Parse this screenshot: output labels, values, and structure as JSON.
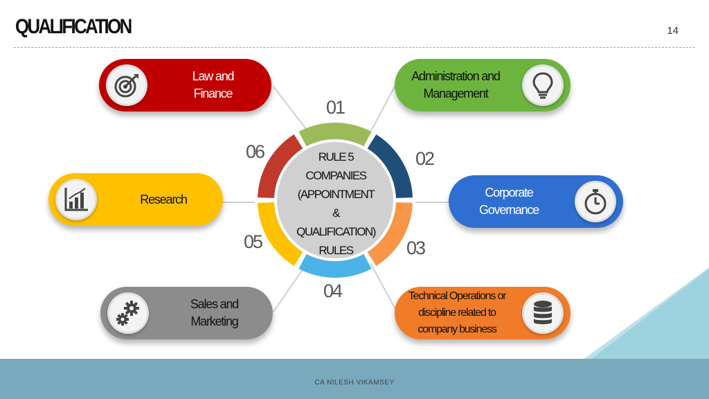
{
  "header": {
    "title": "QUALIFICATION",
    "page_number": "14"
  },
  "footer": {
    "text": "CA NILESH VIKAMSEY"
  },
  "diagram": {
    "center": [
      "RULE 5",
      "COMPANIES",
      "(APPOINTMENT",
      "&",
      "QUALIFICATION)",
      "RULES"
    ],
    "segments": [
      {
        "number": "01",
        "label": "Law and\nFinance",
        "color": "#c00000",
        "segment_color": "#9bbb59",
        "icon": "target-icon"
      },
      {
        "number": "02",
        "label": "Administration and\nManagement",
        "color": "#6db43f",
        "segment_color": "#1f4e79",
        "icon": "lightbulb-icon"
      },
      {
        "number": "03",
        "label": "Corporate\nGovernance",
        "color": "#2e6fd1",
        "segment_color": "#f79646",
        "icon": "stopwatch-icon"
      },
      {
        "number": "04",
        "label": "Technical Operations or\ndiscipline related to\ncompany business",
        "color": "#f07c2a",
        "segment_color": "#4bb3e8",
        "icon": "database-icon"
      },
      {
        "number": "05",
        "label": "Sales and\nMarketing",
        "color": "#8c8c8c",
        "segment_color": "#ffc000",
        "icon": "gears-icon"
      },
      {
        "number": "06",
        "label": "Research",
        "color": "#ffc000",
        "segment_color": "#c0392b",
        "icon": "bar-chart-icon"
      }
    ]
  }
}
